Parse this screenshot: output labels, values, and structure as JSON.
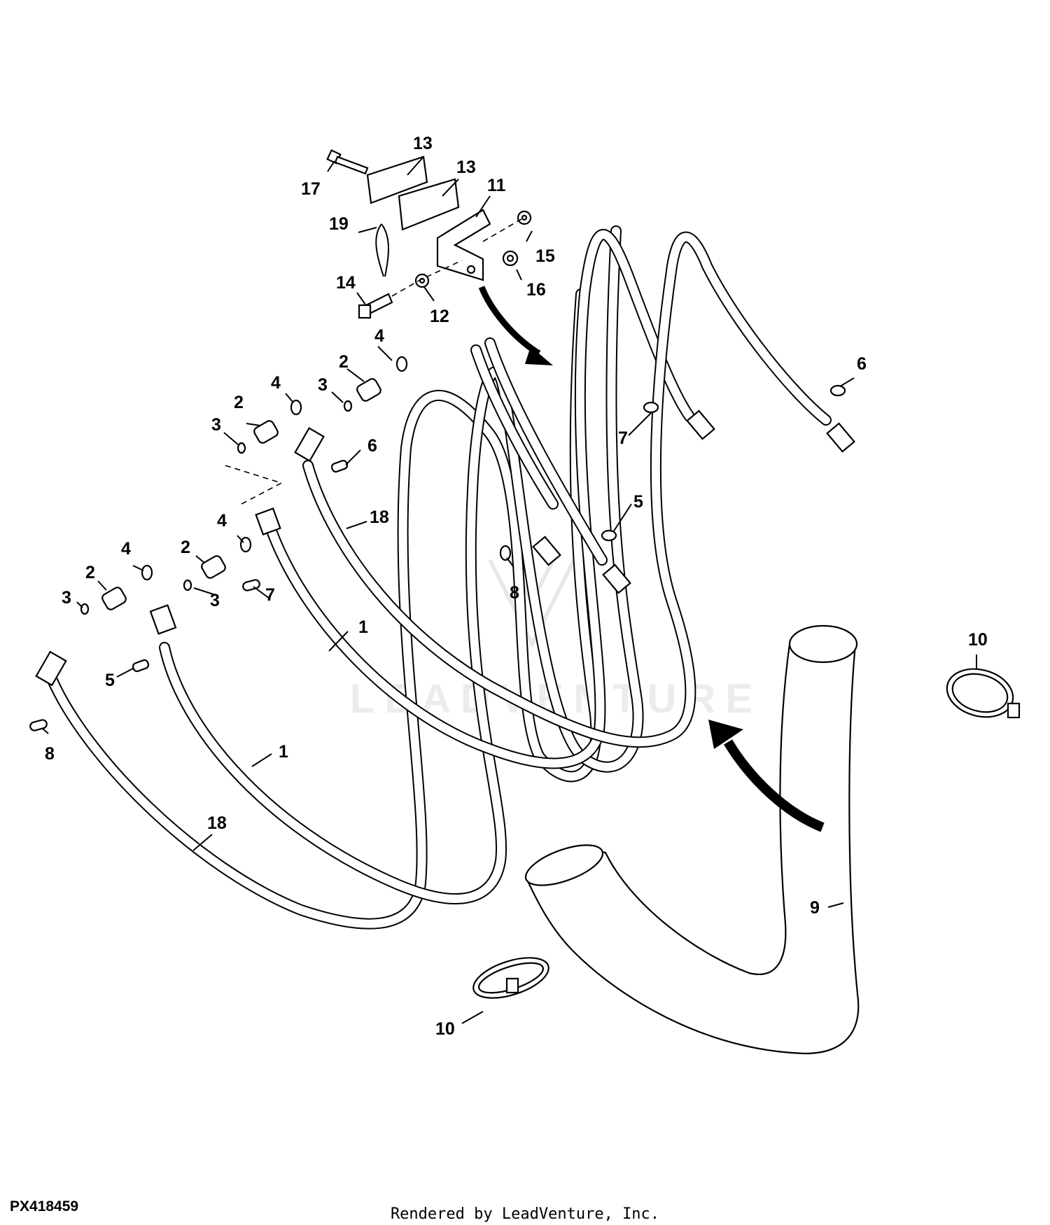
{
  "figure_id": "PX418459",
  "footer": "Rendered by LeadVenture, Inc.",
  "watermark": "LEADVENTURE",
  "callouts": {
    "c1a": "1",
    "c1b": "1",
    "c2a": "2",
    "c2b": "2",
    "c2c": "2",
    "c2d": "2",
    "c3a": "3",
    "c3b": "3",
    "c3c": "3",
    "c3d": "3",
    "c4a": "4",
    "c4b": "4",
    "c4c": "4",
    "c4d": "4",
    "c5a": "5",
    "c5b": "5",
    "c6a": "6",
    "c6b": "6",
    "c7a": "7",
    "c7b": "7",
    "c8a": "8",
    "c8b": "8",
    "c9": "9",
    "c10a": "10",
    "c10b": "10",
    "c11": "11",
    "c12": "12",
    "c13a": "13",
    "c13b": "13",
    "c14": "14",
    "c15": "15",
    "c16": "16",
    "c17": "17",
    "c18a": "18",
    "c18b": "18",
    "c19": "19"
  }
}
